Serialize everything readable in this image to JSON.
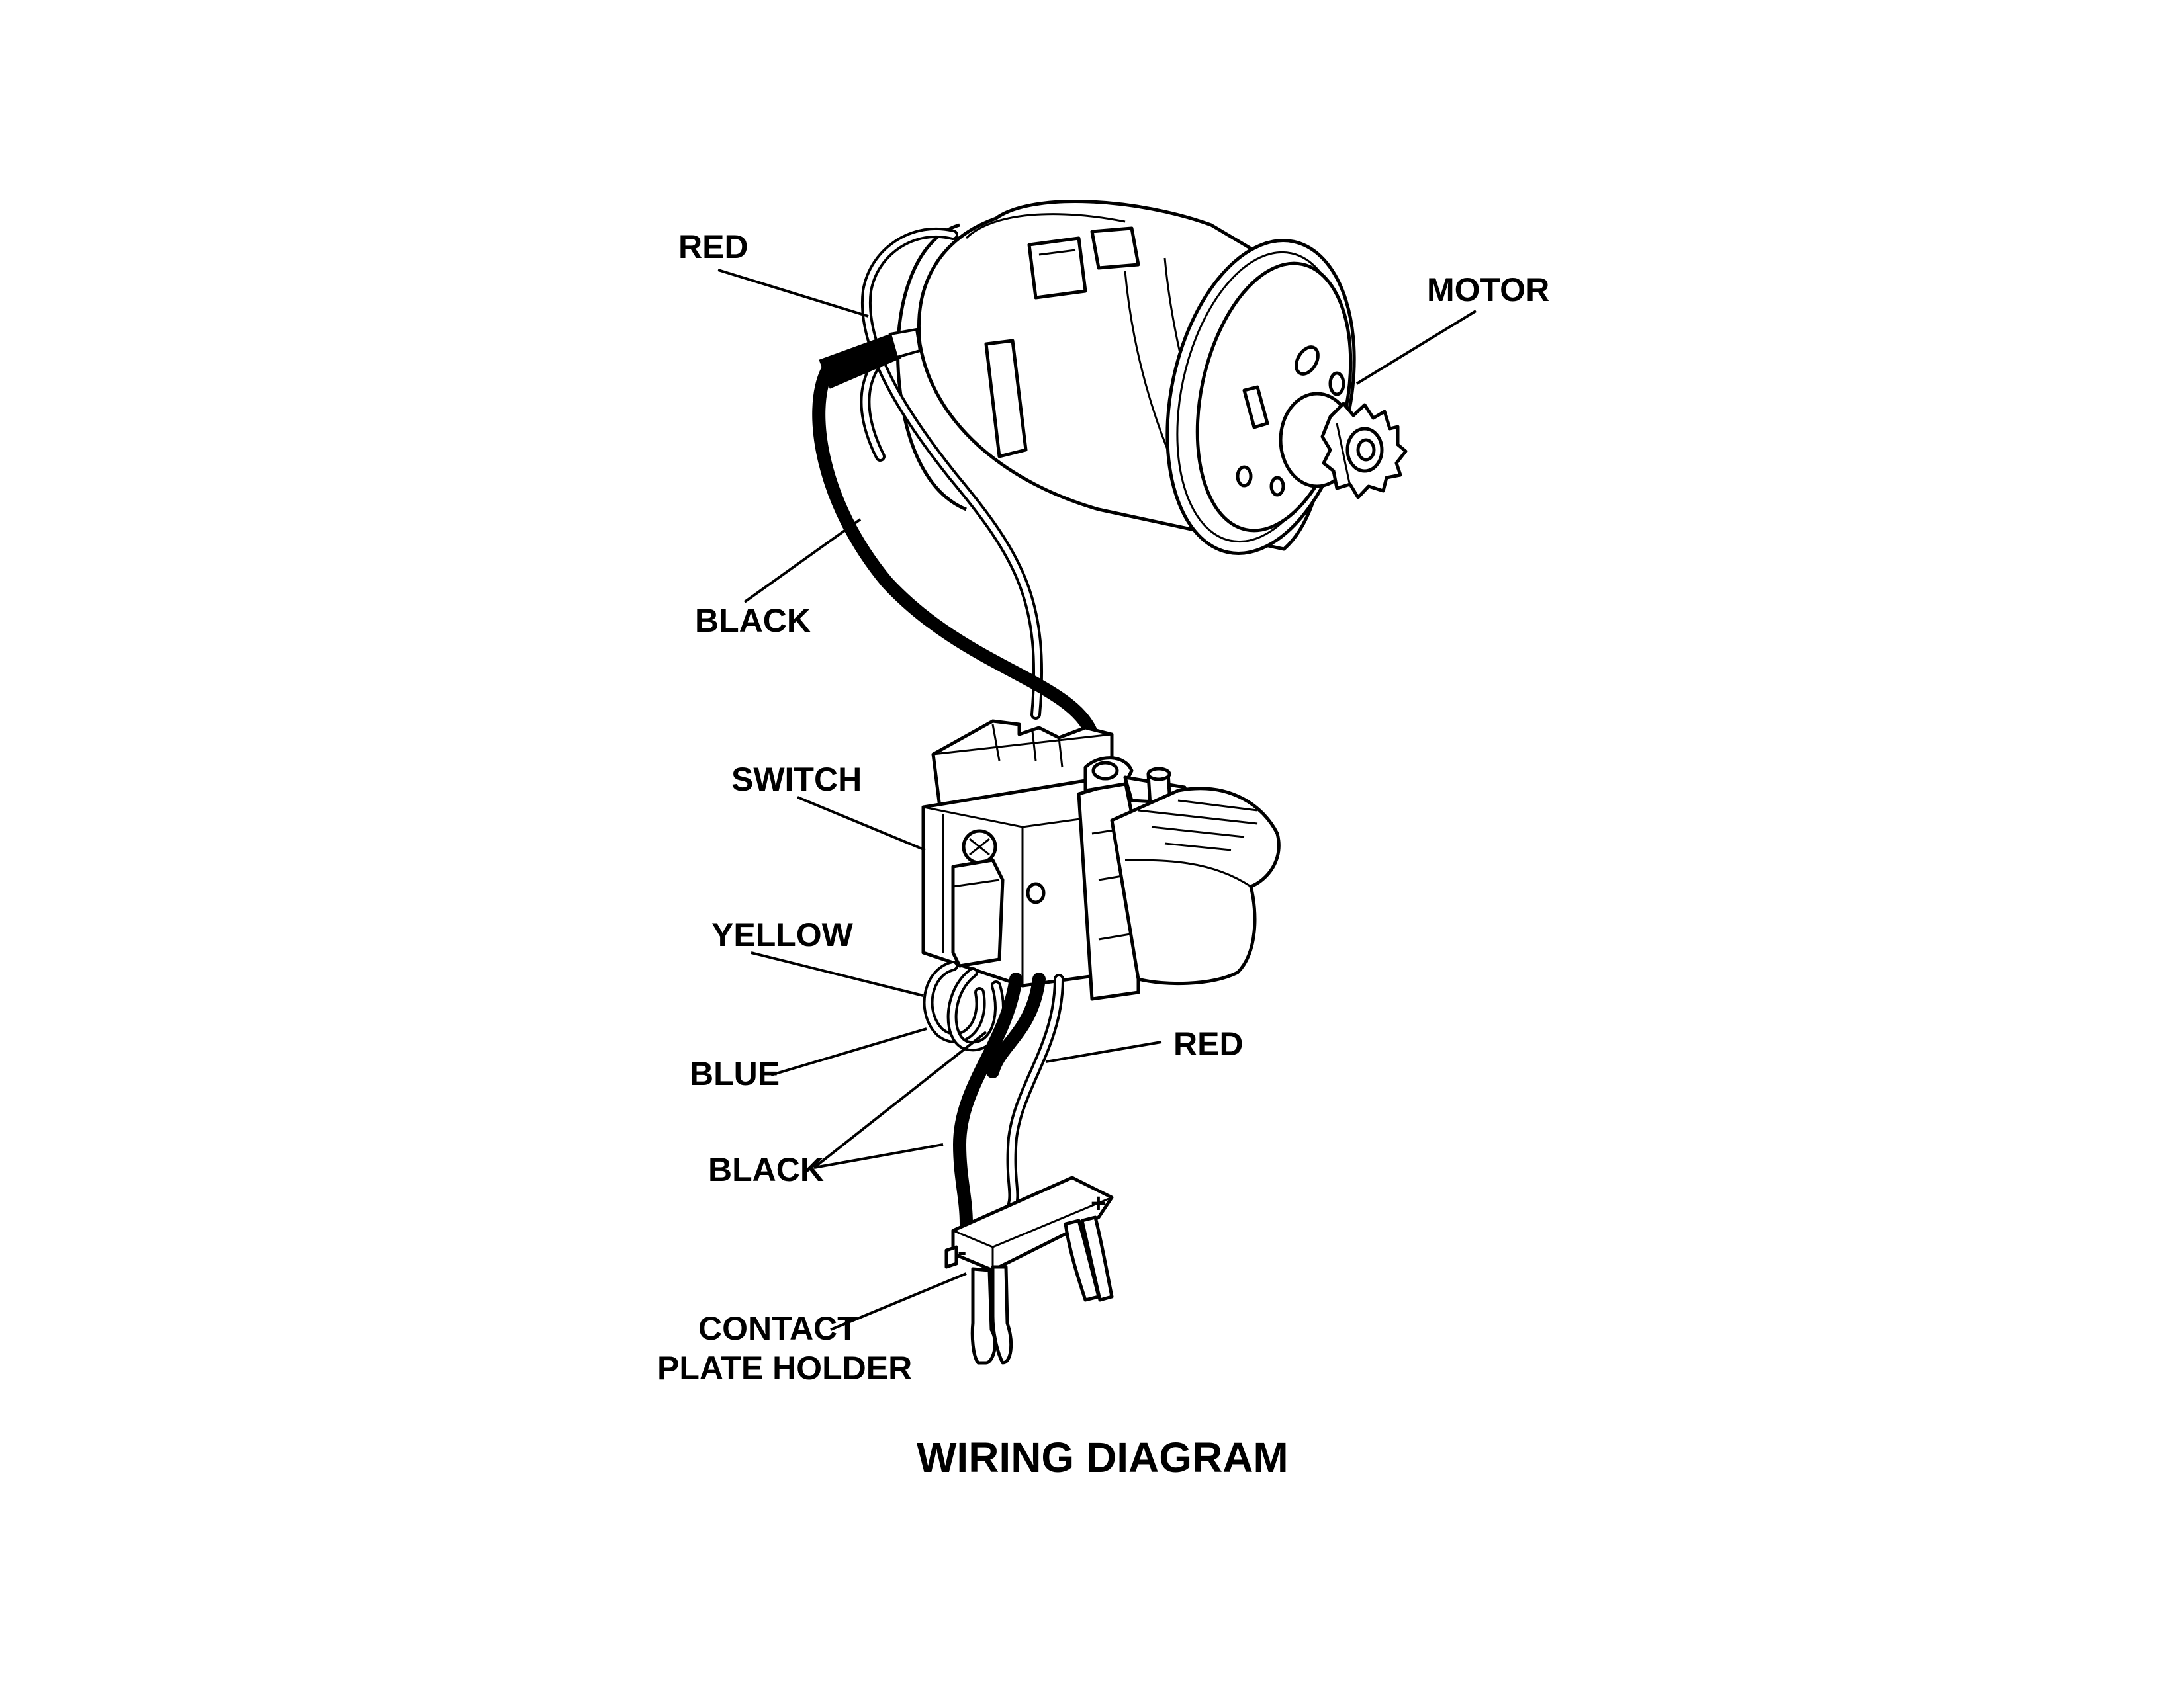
{
  "diagram": {
    "title": "WIRING DIAGRAM",
    "labels": {
      "red_top": "RED",
      "motor": "MOTOR",
      "black_top": "BLACK",
      "switch": "SWITCH",
      "yellow": "YELLOW",
      "blue": "BLUE",
      "red_bottom": "RED",
      "black_bottom": "BLACK",
      "contact_line1": "CONTACT",
      "contact_line2": "PLATE HOLDER"
    },
    "terminal_marks": {
      "plus": "+",
      "minus": "-"
    }
  }
}
